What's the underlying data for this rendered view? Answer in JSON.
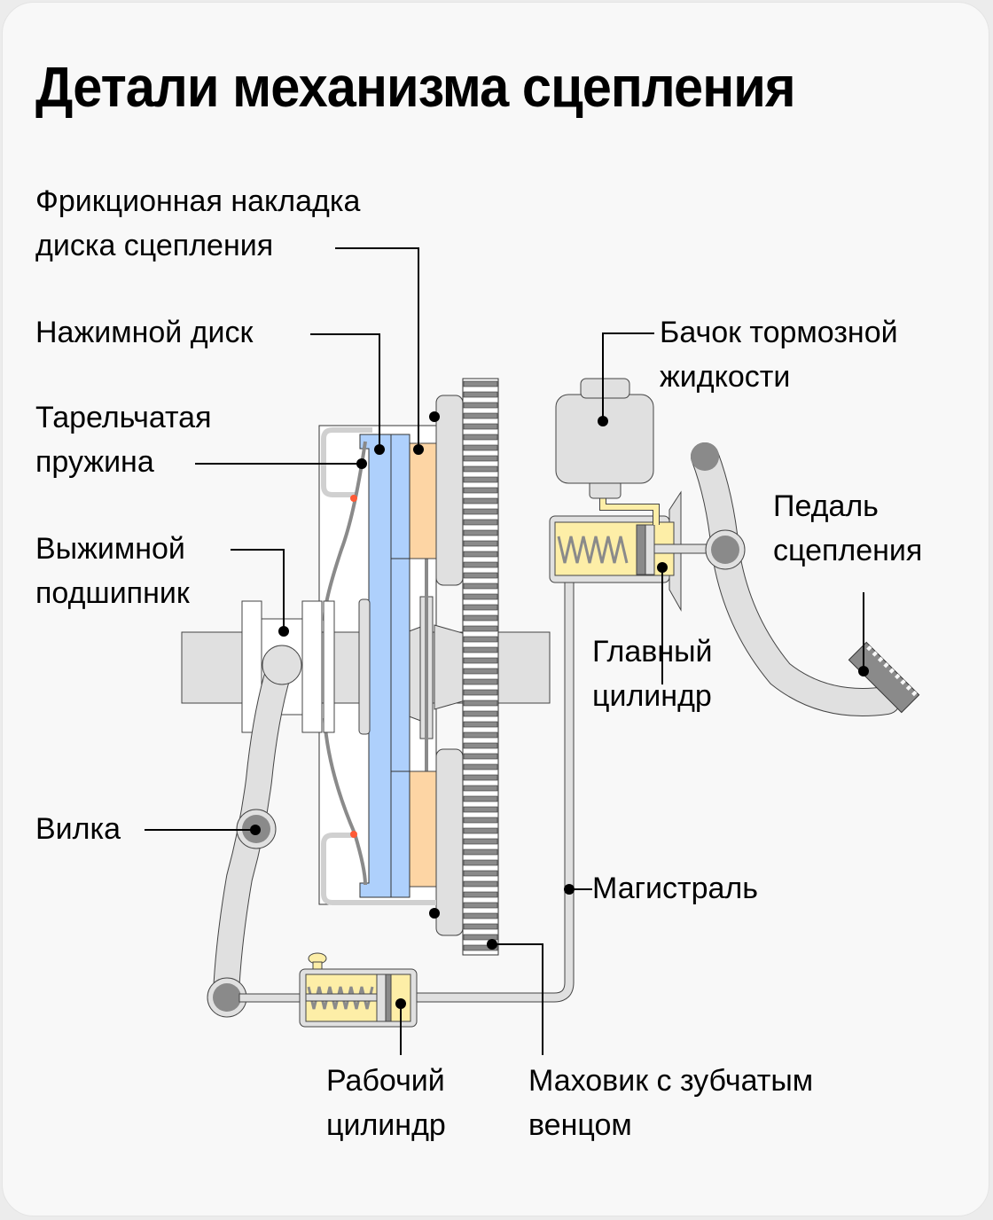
{
  "title": "Детали механизма сцепления",
  "labels": {
    "friction_lining": [
      "Фрикционная накладка",
      "диска сцепления"
    ],
    "pressure_plate": [
      "Нажимной диск"
    ],
    "diaphragm_spring": [
      "Тарельчатая",
      "пружина"
    ],
    "release_bearing": [
      "Выжимной",
      "подшипник"
    ],
    "fork": [
      "Вилка"
    ],
    "reservoir": [
      "Бачок тормозной",
      "жидкости"
    ],
    "pedal": [
      "Педаль",
      "сцепления"
    ],
    "master_cylinder": [
      "Главный",
      "цилиндр"
    ],
    "line": [
      "Магистраль"
    ],
    "slave_cylinder": [
      "Рабочий",
      "цилиндр"
    ],
    "flywheel": [
      "Маховик с зубчатым",
      "венцом"
    ]
  },
  "colors": {
    "pressure_plate": "#aed0fc",
    "friction_lining": "#fdd5a4",
    "cylinder_fluid": "#fdeea7",
    "metal_light": "#e0e0e0",
    "metal_dark": "#8a8a8a",
    "spring_marker": "#ff5a36",
    "background": "#f8f8f8"
  }
}
